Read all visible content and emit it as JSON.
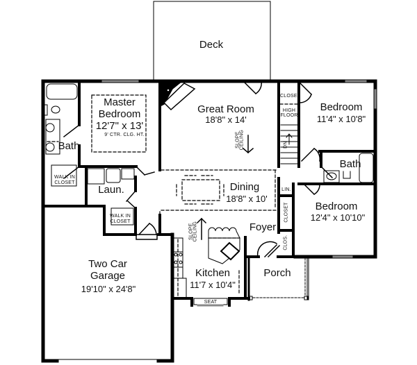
{
  "plan": {
    "rooms": [
      {
        "id": "deck",
        "name": "Deck",
        "dims": ""
      },
      {
        "id": "great-room",
        "name": "Great Room",
        "dims": "18'8\" x 14'"
      },
      {
        "id": "master-bedroom",
        "name": "Master Bedroom",
        "name_line1": "Master",
        "name_line2": "Bedroom",
        "dims": "12'7\" x 13'",
        "note": "9' CTR. CLG. HT."
      },
      {
        "id": "master-bath",
        "name": "Bath"
      },
      {
        "id": "master-walk-in-closet",
        "name": "WALK IN CLOSET",
        "line1": "WALK IN",
        "line2": "CLOSET"
      },
      {
        "id": "laundry",
        "name": "Laun."
      },
      {
        "id": "hall-walk-in-closet",
        "name": "WALK IN CLOSET",
        "line1": "WALK IN",
        "line2": "CLOSET"
      },
      {
        "id": "dining",
        "name": "Dining",
        "dims": "18'8\" x 10'"
      },
      {
        "id": "bedroom-2",
        "name": "Bedroom",
        "dims": "11'4\" x 10'8\""
      },
      {
        "id": "bath-2",
        "name": "Bath"
      },
      {
        "id": "bedroom-3",
        "name": "Bedroom",
        "dims": "12'4\" x 10'10\""
      },
      {
        "id": "foyer",
        "name": "Foyer"
      },
      {
        "id": "kitchen",
        "name": "Kitchen",
        "dims": "11'7 x 10'4\""
      },
      {
        "id": "porch",
        "name": "Porch"
      },
      {
        "id": "garage",
        "name": "Two Car Garage",
        "name_line1": "Two Car",
        "name_line2": "Garage",
        "dims": "19'10\" x 24'8\""
      }
    ],
    "annotations": {
      "closet_top": "CLOSET",
      "high_floor_1": "HIGH",
      "high_floor_2": "FLOOR",
      "stairs_dn": "DN",
      "slope_ceiling_great_1": "SLOPE",
      "slope_ceiling_great_2": "CEILING",
      "slope_ceiling_kitchen_1": "SLOPE",
      "slope_ceiling_kitchen_2": "CEILING",
      "linen": "LIN.",
      "closet_side": "CLOSET",
      "clos": "CLOS.",
      "seat": "SEAT"
    },
    "colors": {
      "wall": "#000000",
      "line": "#111111",
      "background": "#ffffff",
      "window": "#bdbdbd"
    }
  }
}
